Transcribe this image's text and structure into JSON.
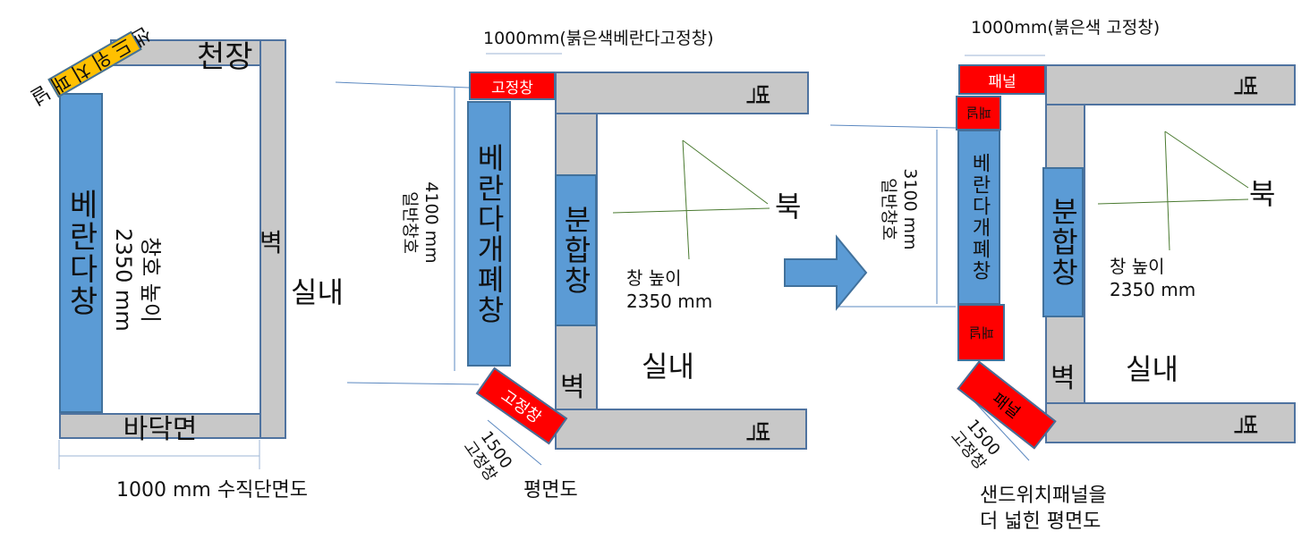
{
  "left": {
    "ceiling": "천장",
    "wall": "벽",
    "floor": "바닥면",
    "window": "베란다창",
    "panel": "샌드위치패널",
    "height_label": "창호 높이",
    "height_value": "2350 mm",
    "indoor": "실내",
    "caption": "1000 mm 수직단면도"
  },
  "middle": {
    "top_note": "1000mm(붉은색베란다고정창)",
    "fixed_top": "고정창",
    "fixed_bottom": "고정창",
    "balcony_window": "베란다개폐창",
    "split_window": "분합창",
    "wall_top": "벽",
    "wall_mid": "벽",
    "wall_bottom": "벽",
    "dim_value": "4100 mm",
    "dim_label": "일반창호",
    "north": "북",
    "height_label": "창 높이",
    "height_value": "2350 mm",
    "indoor": "실내",
    "fixed_dim": "1500",
    "fixed_dim_label": "고정창",
    "caption": "평면도"
  },
  "right": {
    "top_note": "1000mm(붉은색 고정창)",
    "panel_top": "패널",
    "panel_small_top": "패널",
    "panel_small_bottom": "패널",
    "panel_bottom": "패널",
    "balcony_window": "베란다개폐창",
    "split_window": "분합창",
    "wall_top": "벽",
    "wall_mid": "벽",
    "wall_bottom": "벽",
    "dim_value": "3100 mm",
    "dim_label": "일반창호",
    "north": "북",
    "height_label": "창 높이",
    "height_value": "2350 mm",
    "indoor": "실내",
    "fixed_dim": "1500",
    "fixed_dim_label": "고정창",
    "caption_line1": "샌드위치패널을",
    "caption_line2": "더 넓힌 평면도"
  },
  "colors": {
    "wall": "#c8c8c8",
    "window": "#5b9bd5",
    "fixed": "#ff0000",
    "panel": "#ffc000",
    "arrow": "#5b9bd5"
  }
}
